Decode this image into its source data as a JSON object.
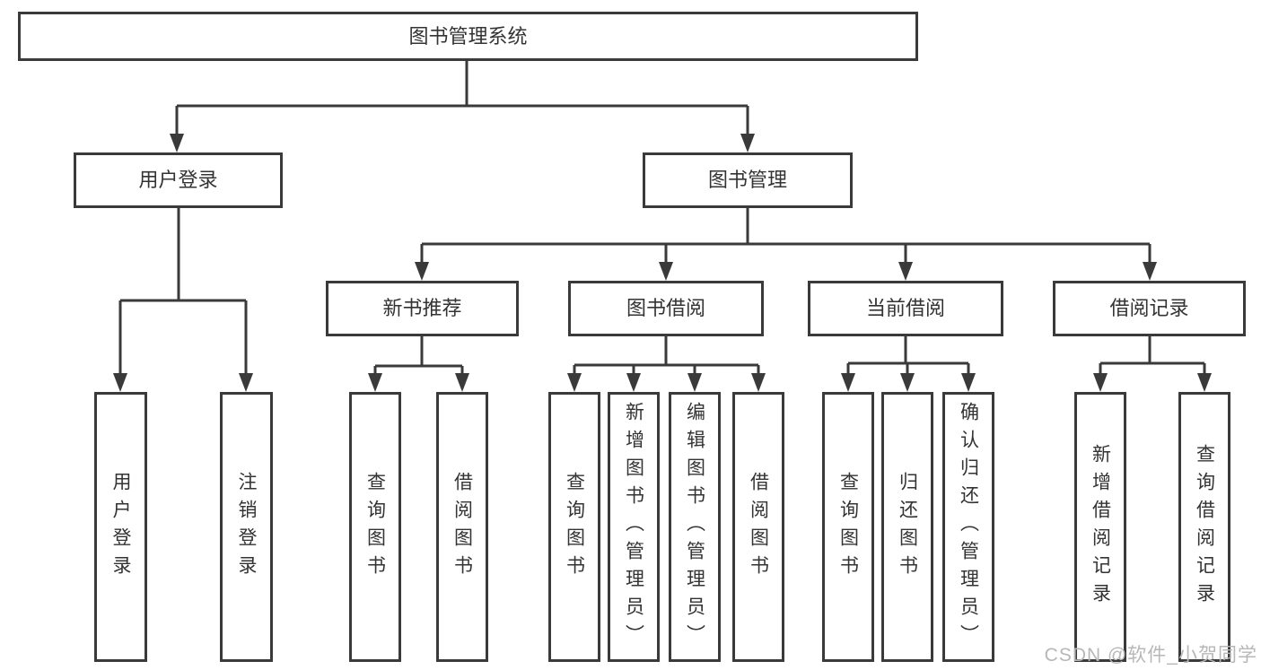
{
  "tree": {
    "label": "图书管理系统",
    "children": [
      {
        "label": "用户登录",
        "children": [
          {
            "label": "用户登录"
          },
          {
            "label": "注销登录"
          }
        ]
      },
      {
        "label": "图书管理",
        "children": [
          {
            "label": "新书推荐",
            "children": [
              {
                "label": "查询图书"
              },
              {
                "label": "借阅图书"
              }
            ]
          },
          {
            "label": "图书借阅",
            "children": [
              {
                "label": "查询图书"
              },
              {
                "label": "新增图书（管理员）"
              },
              {
                "label": "编辑图书（管理员）"
              },
              {
                "label": "借阅图书"
              }
            ]
          },
          {
            "label": "当前借阅",
            "children": [
              {
                "label": "查询图书"
              },
              {
                "label": "归还图书"
              },
              {
                "label": "确认归还（管理员）"
              }
            ]
          },
          {
            "label": "借阅记录",
            "children": [
              {
                "label": "新增借阅记录"
              },
              {
                "label": "查询借阅记录"
              }
            ]
          }
        ]
      }
    ]
  },
  "watermark": "CSDN @软件_小贺同学",
  "colors": {
    "line": "#3a3a3a",
    "text": "#333333",
    "background": "#ffffff",
    "watermark": "#b7b7b7"
  }
}
